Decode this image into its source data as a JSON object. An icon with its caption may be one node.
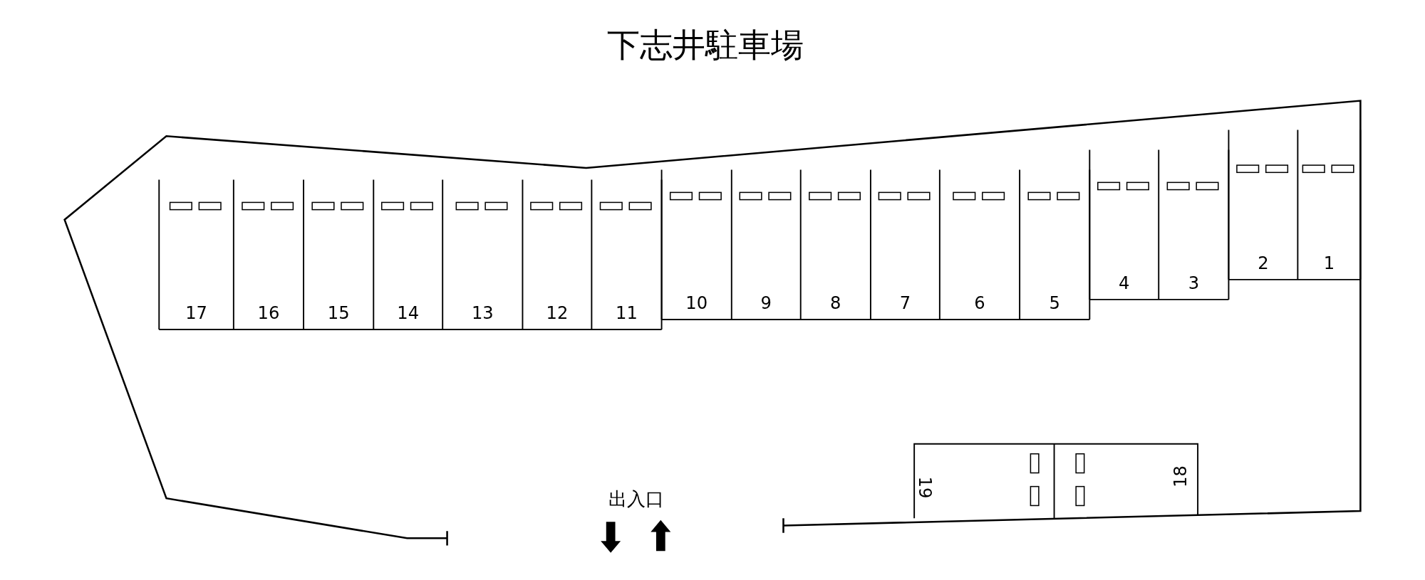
{
  "diagram": {
    "title": "下志井駐車場",
    "labels": [
      "17",
      "16",
      "15",
      "14",
      "13",
      "12",
      "11",
      "10",
      "9",
      "8",
      "7",
      "6",
      "5",
      "4",
      "3",
      "2",
      "1",
      "19",
      "18",
      "出入口"
    ]
  }
}
